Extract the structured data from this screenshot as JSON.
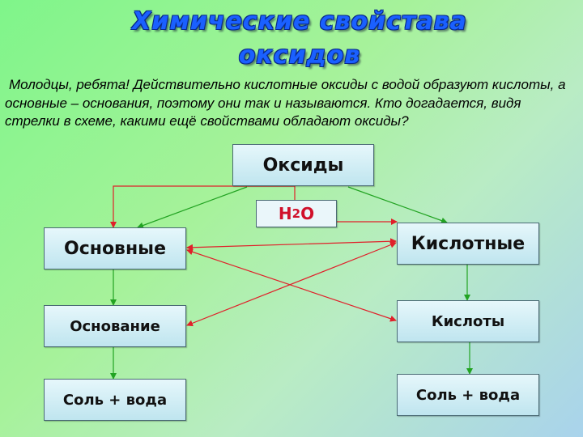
{
  "title": {
    "line1": "Химические свойстава",
    "line2": "оксидов"
  },
  "intro_text": "Молодцы, ребята! Действительно кислотные оксиды с водой образуют кислоты, а  основные – основания, поэтому они так и называются. Кто догадается, видя стрелки в схеме, какими ещё свойствами обладают оксиды?",
  "diagram": {
    "oxides": "Оксиды",
    "water": {
      "h": "H",
      "sub": "2",
      "o": "O"
    },
    "basic_oxides": "Основные",
    "acidic_oxides": "Кислотные",
    "base": "Основание",
    "acids": "Кислоты",
    "salt_water_left": "Соль + вода",
    "salt_water_right": "Соль + вода"
  },
  "colors": {
    "title": "#1a60ff",
    "green_arrow": "#22a322",
    "red_arrow": "#e0202a",
    "water_text": "#d0102a"
  }
}
